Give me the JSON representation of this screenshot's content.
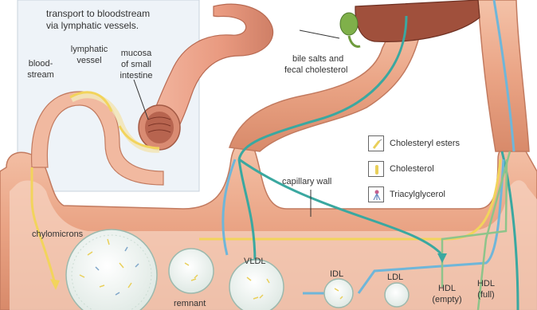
{
  "inset": {
    "caption_line1": "transport to bloodstream",
    "caption_line2": "via lymphatic vessels.",
    "label_bloodstream_1": "blood-",
    "label_bloodstream_2": "stream",
    "label_lymphatic_1": "lymphatic",
    "label_lymphatic_2": "vessel",
    "label_mucosa_1": "mucosa",
    "label_mucosa_2": "of small",
    "label_mucosa_3": "intestine"
  },
  "labels": {
    "bile_1": "bile salts and",
    "bile_2": "fecal cholesterol",
    "capillary_wall": "capillary wall",
    "chylomicrons": "chylomicrons",
    "remnant": "remnant",
    "vldl": "VLDL",
    "idl": "IDL",
    "ldl": "LDL",
    "hdl_empty_1": "HDL",
    "hdl_empty_2": "(empty)",
    "hdl_full_1": "HDL",
    "hdl_full_2": "(full)"
  },
  "legend": [
    {
      "icon": "cholesteryl-ester-icon",
      "label": "Cholesteryl esters"
    },
    {
      "icon": "cholesterol-icon",
      "label": "Cholesterol"
    },
    {
      "icon": "triacylglycerol-icon",
      "label": "Triacylglycerol"
    }
  ],
  "colors": {
    "vessel": "#e8a688",
    "vessel_dark": "#c97d62",
    "yellow_arrow": "#f2d45c",
    "teal_arrow": "#3aa8a0",
    "blue_arrow": "#6fb6d9",
    "inset_bg": "#eef3f8"
  }
}
